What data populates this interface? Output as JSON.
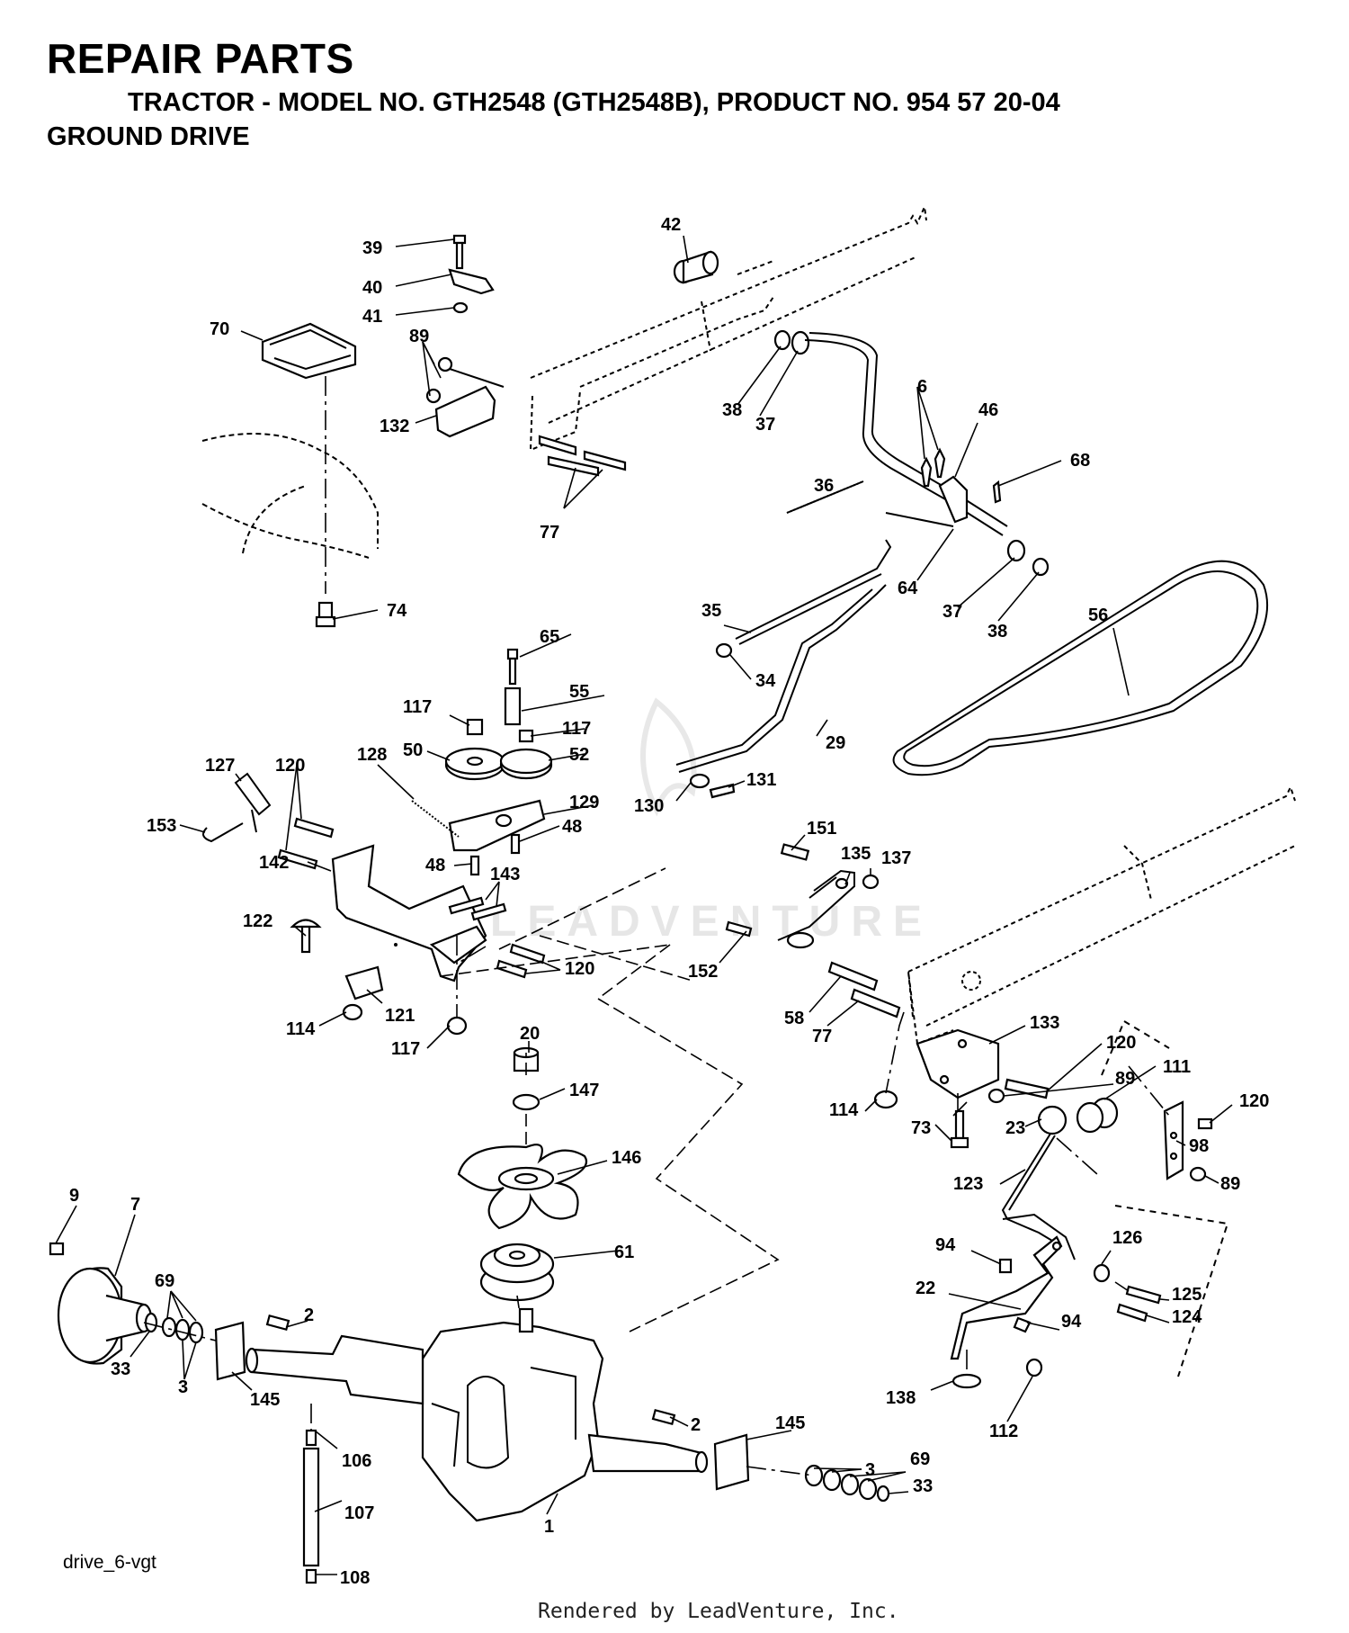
{
  "header": {
    "title": "REPAIR PARTS",
    "subtitle": "TRACTOR - MODEL NO. GTH2548 (GTH2548B), PRODUCT NO. 954 57 20-04",
    "section": "GROUND DRIVE"
  },
  "diagram_code": "drive_6-vgt",
  "footer": "Rendered by LeadVenture, Inc.",
  "watermark": "LEADVENTURE",
  "callouts": [
    "39",
    "40",
    "41",
    "42",
    "70",
    "89",
    "132",
    "38",
    "37",
    "6",
    "46",
    "68",
    "36",
    "77",
    "64",
    "37",
    "38",
    "74",
    "35",
    "56",
    "65",
    "34",
    "55",
    "117",
    "117",
    "50",
    "52",
    "29",
    "127",
    "120",
    "128",
    "129",
    "131",
    "130",
    "153",
    "48",
    "48",
    "142",
    "143",
    "151",
    "135",
    "137",
    "122",
    "120",
    "152",
    "121",
    "58",
    "77",
    "133",
    "114",
    "117",
    "20",
    "120",
    "147",
    "89",
    "111",
    "114",
    "73",
    "23",
    "120",
    "98",
    "146",
    "123",
    "89",
    "9",
    "7",
    "61",
    "126",
    "94",
    "69",
    "22",
    "125",
    "2",
    "94",
    "124",
    "33",
    "3",
    "145",
    "138",
    "112",
    "2",
    "145",
    "106",
    "3",
    "69",
    "33",
    "107",
    "1",
    "108"
  ]
}
